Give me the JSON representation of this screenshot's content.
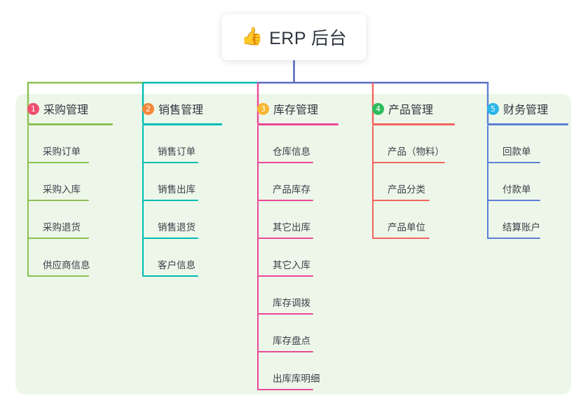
{
  "root": {
    "icon": "thumbs-up-icon",
    "icon_glyph": "👍",
    "label": "ERP 后台"
  },
  "palette": {
    "canvas": "#ffffff",
    "panel_bg": "#edf7e9",
    "text": "#2f3640",
    "root_stem": "#5c6bc0",
    "bus_left": "#8cc152",
    "bus_mid": "#00bcb4",
    "bus_right": "#5c6bc0"
  },
  "chart_data": {
    "type": "tree",
    "title": "ERP 后台",
    "root": "ERP 后台",
    "branch_count": 5,
    "branches": [
      {
        "index": "1",
        "title": "采购管理",
        "color": "#8cc152",
        "badge_color": "#f0506e",
        "leaves": [
          "采购订单",
          "采购入库",
          "采购退货",
          "供应商信息"
        ]
      },
      {
        "index": "2",
        "title": "销售管理",
        "color": "#00bcb4",
        "badge_color": "#f5873b",
        "leaves": [
          "销售订单",
          "销售出库",
          "销售退货",
          "客户信息"
        ]
      },
      {
        "index": "3",
        "title": "库存管理",
        "color": "#ec4899",
        "badge_color": "#f7b731",
        "leaves": [
          "仓库信息",
          "产品库存",
          "其它出库",
          "其它入库",
          "库存调拨",
          "库存盘点",
          "出库库明细"
        ]
      },
      {
        "index": "4",
        "title": "产品管理",
        "color": "#f2635f",
        "badge_color": "#2dbd5c",
        "leaves": [
          "产品（物料）",
          "产品分类",
          "产品单位"
        ]
      },
      {
        "index": "5",
        "title": "财务管理",
        "color": "#5c7fd6",
        "badge_color": "#29b6e8",
        "leaves": [
          "回款单",
          "付款单",
          "结算账户"
        ]
      }
    ]
  }
}
